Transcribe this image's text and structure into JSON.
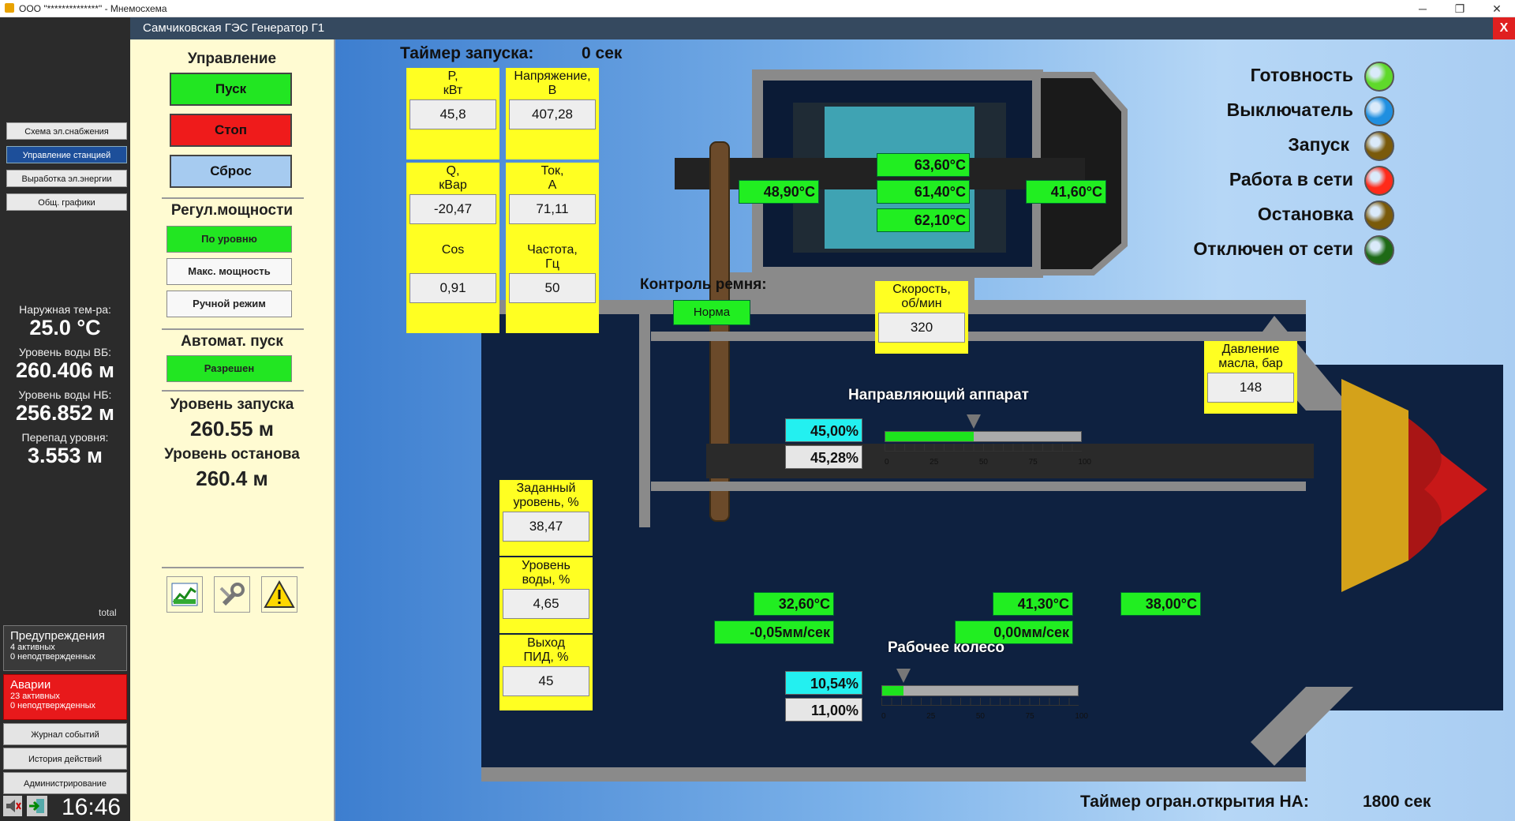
{
  "window": {
    "app_icon": "checkbox-icon",
    "title": "ООО \"**************\" - Мнемосхема",
    "controls": [
      "─",
      "❐",
      "✕"
    ]
  },
  "header": {
    "title": "Самчиковская ГЭС Генератор Г1",
    "close": "X"
  },
  "nav": [
    "Схема эл.снабжения",
    "Управление станцией",
    "Выработка эл.энергии",
    "Общ. графики"
  ],
  "info": {
    "outside_temp_label": "Наружная тем-ра:",
    "outside_temp": "25.0 °C",
    "upper_level_label": "Уровень воды ВБ:",
    "upper_level": "260.406 м",
    "lower_level_label": "Уровень воды НБ:",
    "lower_level": "256.852 м",
    "diff_label": "Перепад уровня:",
    "diff": "3.553 м",
    "total": "total"
  },
  "warnings": {
    "title": "Предупреждения",
    "active": "4 активных",
    "unack": "0 неподтвержденных"
  },
  "alarms": {
    "title": "Аварии",
    "active": "23 активных",
    "unack": "0 неподтвержденных"
  },
  "left_buttons": [
    "Журнал событий",
    "История действий",
    "Администрирование"
  ],
  "clock": "16:46",
  "control": {
    "title": "Управление",
    "start": "Пуск",
    "stop": "Стоп",
    "reset": "Сброс",
    "power_title": "Регул.мощности",
    "by_level": "По уровню",
    "max_power": "Макс. мощность",
    "manual": "Ручной режим",
    "auto_title": "Автомат. пуск",
    "allowed": "Разрешен",
    "start_level_label": "Уровень запуска",
    "start_level": "260.55 м",
    "stop_level_label": "Уровень останова",
    "stop_level": "260.4 м"
  },
  "scheme": {
    "timer_label": "Таймер запуска:",
    "timer_value": "0 сек",
    "params": [
      {
        "title": "P,\nкВт",
        "value": "45,8"
      },
      {
        "title": "Напряжение,\nВ",
        "value": "407,28"
      },
      {
        "title": "Q,\nкВар",
        "value": "-20,47"
      },
      {
        "title": "Ток,\nА",
        "value": "71,11"
      },
      {
        "title": "Cos",
        "value": "0,91"
      },
      {
        "title": "Частота,\nГц",
        "value": "50"
      }
    ],
    "belt_label": "Контроль ремня:",
    "belt_status": "Норма",
    "speed": {
      "title": "Скорость,\nоб/мин",
      "value": "320"
    },
    "oil": {
      "title": "Давление\nмасла, бар",
      "value": "148"
    },
    "gen_temps": {
      "winding1": "63,60°C",
      "winding2": "61,40°C",
      "winding3": "62,10°C",
      "bearing_left": "48,90°C",
      "bearing_right": "41,60°C"
    },
    "shaft": {
      "t1": "32,60°C",
      "t2": "41,30°C",
      "t3": "38,00°C",
      "v1": "-0,05мм/сек",
      "v2": "0,00мм/сек"
    },
    "pid": [
      {
        "title": "Заданный\nуровень, %",
        "value": "38,47"
      },
      {
        "title": "Уровень\nводы, %",
        "value": "4,65"
      },
      {
        "title": "Выход\nПИД, %",
        "value": "45"
      }
    ],
    "guide": {
      "label": "Направляющий аппарат",
      "setpoint": "45,00%",
      "actual": "45,28%",
      "fill": 0.45,
      "ticks": [
        "0",
        "25",
        "50",
        "75",
        "100"
      ]
    },
    "wheel": {
      "label": "Рабочее колесо",
      "setpoint": "10,54%",
      "actual": "11,00%",
      "fill": 0.11,
      "ticks": [
        "0",
        "25",
        "50",
        "75",
        "100"
      ]
    },
    "status": [
      {
        "label": "Готовность",
        "color": "#5fd92a"
      },
      {
        "label": "Выключатель",
        "color": "#1f8fe0"
      },
      {
        "label": "Запуск",
        "color": "#7a5a0a"
      },
      {
        "label": "Работа в сети",
        "color": "#ff2a1a"
      },
      {
        "label": "Остановка",
        "color": "#7a5a0a"
      },
      {
        "label": "Отключен от сети",
        "color": "#1e6a16"
      }
    ],
    "na_timer_label": "Таймер огран.открытия НА:",
    "na_timer_value": "1800 сек"
  }
}
